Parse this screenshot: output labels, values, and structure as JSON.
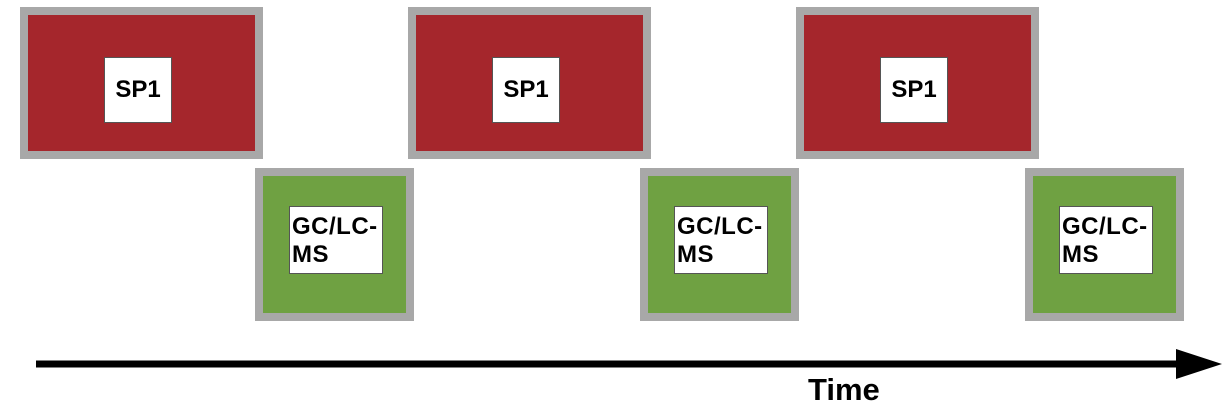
{
  "diagram": {
    "sp_label": "SP1",
    "ms_label": "GC/LC-MS",
    "axis_label": "Time",
    "colors": {
      "sp_fill": "#a5262c",
      "ms_fill": "#6fa142",
      "border": "#a8a8a8",
      "arrow": "#000000"
    }
  }
}
